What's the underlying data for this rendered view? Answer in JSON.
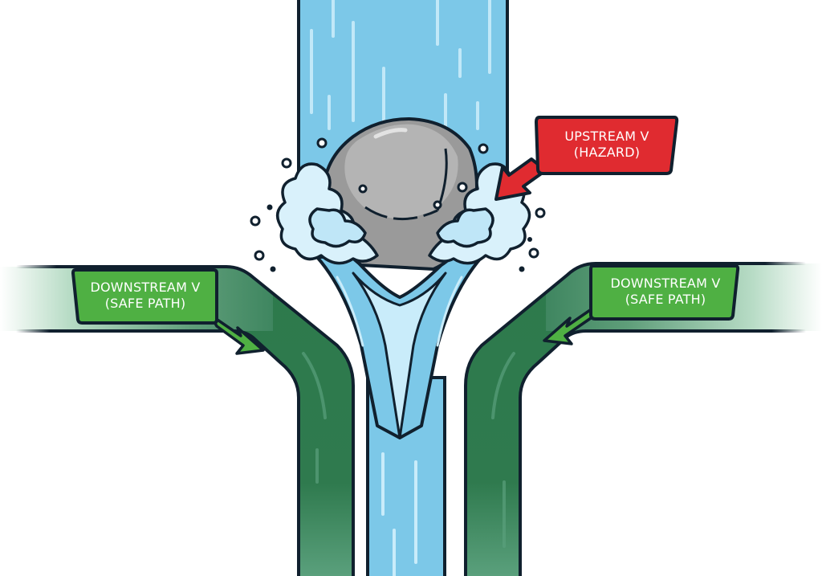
{
  "diagram": {
    "subject": "Water flow splitting around a rock obstruction",
    "colors": {
      "water": "#7cc8e8",
      "water_light": "#c9ecfa",
      "outline": "#10202e",
      "rock": "#a8a8a8",
      "rock_dark": "#8a8a8a",
      "channel_green": "#2f7a4e",
      "channel_green_light": "#8fc5a5",
      "hazard_red": "#e02b30",
      "safe_green": "#4fb043",
      "background": "#ffffff"
    },
    "labels": {
      "hazard": {
        "line1": "UPSTREAM V",
        "line2": "(HAZARD)",
        "color": "#e02b30",
        "points_to": "splash at rock (upstream side)"
      },
      "safe_left": {
        "line1": "DOWNSTREAM V",
        "line2": "(SAFE PATH)",
        "color": "#4fb043",
        "points_to": "left green channel"
      },
      "safe_right": {
        "line1": "DOWNSTREAM V",
        "line2": "(SAFE PATH)",
        "color": "#4fb043",
        "points_to": "right green channel"
      }
    },
    "elements": [
      "vertical water stream (top)",
      "gray boulder",
      "white-water splash",
      "downstream V of water",
      "left green side channel",
      "right green side channel",
      "vertical water stream (bottom)"
    ]
  }
}
